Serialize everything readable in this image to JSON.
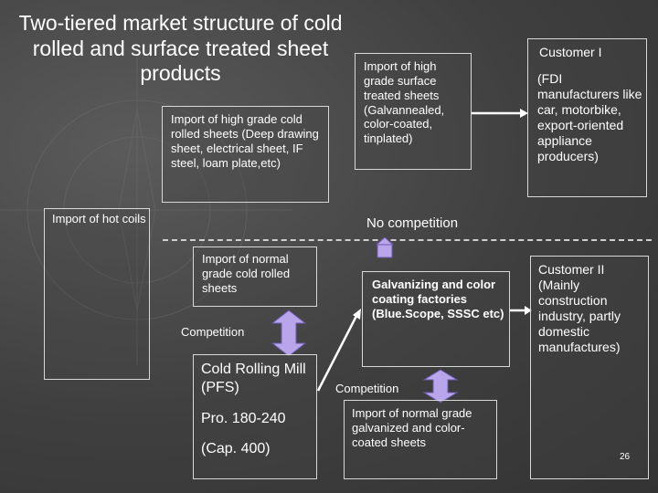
{
  "title": "Two-tiered market structure of cold rolled and surface treated sheet products",
  "nodes": {
    "import_cold_rolled_high": "Import of high grade cold rolled sheets (Deep drawing sheet, electrical sheet, IF steel, loam plate,etc)",
    "import_surface_high": "Import of high grade surface treated sheets (Galvannealed, color-coated, tinplated)",
    "customer_1_title": "Customer I",
    "customer_1_desc": "(FDI manufacturers like car, motorbike, export-oriented appliance producers)",
    "import_hot_coils": "Import of hot coils",
    "no_competition": "No competition",
    "import_cold_rolled_normal": "Import of normal grade cold rolled sheets",
    "competition_left": "Competition",
    "cold_rolling_mill": "Cold Rolling Mill (PFS)",
    "production": "Pro. 180-240",
    "capacity": "(Cap. 400)",
    "galvanizing": "Galvanizing and color coating factories (Blue.Scope, SSSC etc)",
    "competition_right": "Competition",
    "import_galvanized_normal": "Import of normal grade galvanized and color-coated sheets",
    "customer_2": "Customer II (Mainly construction industry, partly domestic manufactures)"
  },
  "slide_number": "26",
  "colors": {
    "background": "#444444",
    "text": "#ffffff",
    "border": "#d8d8d8",
    "connector": "#b9a6ea",
    "dash": "#cfcfcf"
  }
}
